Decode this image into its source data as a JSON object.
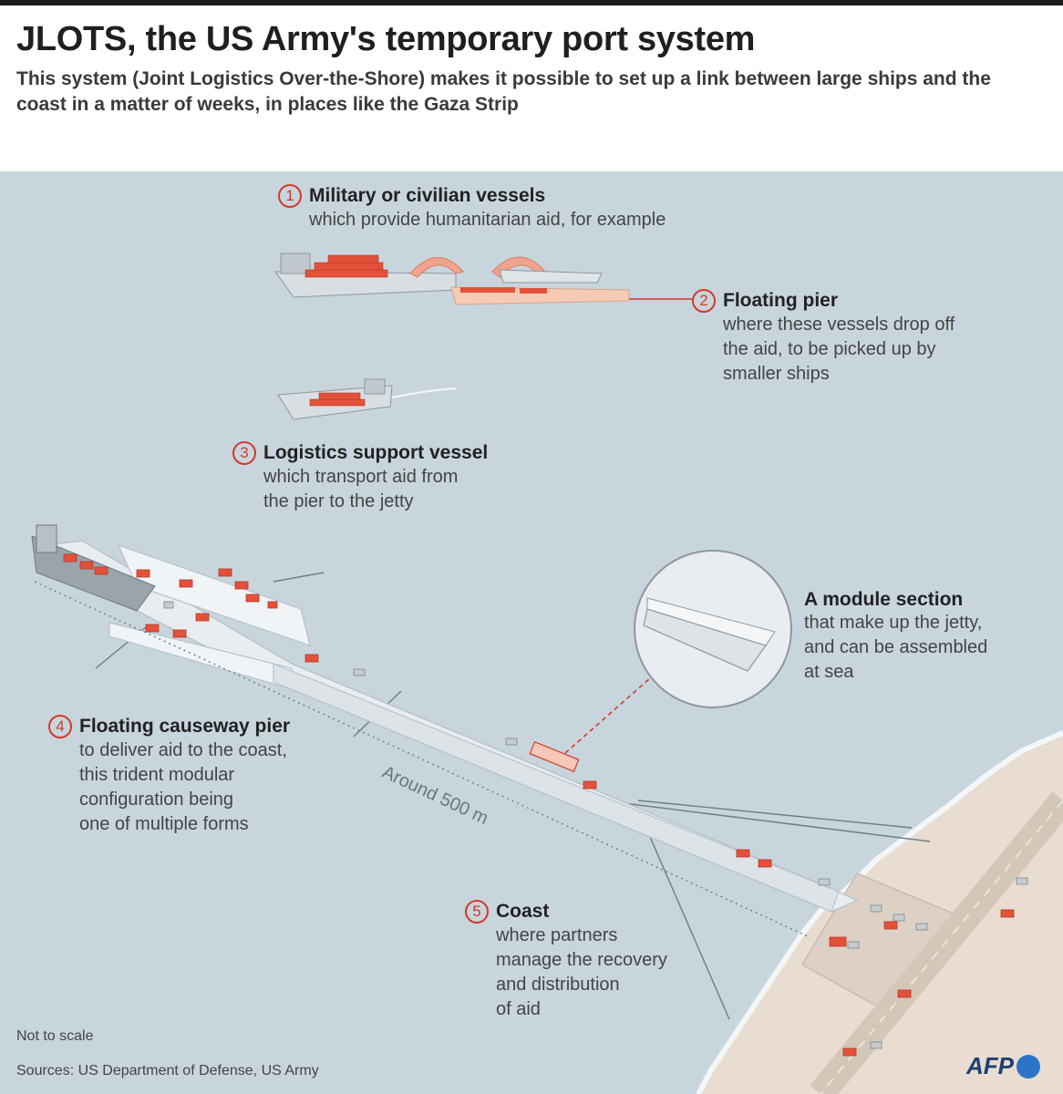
{
  "header": {
    "title": "JLOTS, the US Army's temporary port system",
    "subtitle": "This system (Joint Logistics Over-the-Shore) makes it possible to set up a link between large ships and the coast in a matter of weeks, in places like the Gaza Strip"
  },
  "labels": {
    "vessels": {
      "num": "1",
      "title": "Military or civilian vessels",
      "desc": [
        "which provide humanitarian aid, for example"
      ]
    },
    "pier": {
      "num": "2",
      "title": "Floating pier",
      "desc": [
        "where these vessels drop off",
        "the aid, to be picked up by",
        "smaller ships"
      ]
    },
    "support": {
      "num": "3",
      "title": "Logistics support vessel",
      "desc": [
        "which transport aid from",
        "the pier to the jetty"
      ]
    },
    "module": {
      "title": "A module section",
      "desc": [
        "that make up the jetty,",
        "and can be assembled",
        "at sea"
      ]
    },
    "causeway": {
      "num": "4",
      "title": "Floating causeway pier",
      "desc": [
        "to deliver aid to the coast,",
        "this trident modular",
        "configuration being",
        "one of multiple forms"
      ]
    },
    "coast": {
      "num": "5",
      "title": "Coast",
      "desc": [
        "where partners",
        "manage the recovery",
        "and distribution",
        "of aid"
      ]
    }
  },
  "distance_label": "Around 500 m",
  "footer": {
    "note": "Not to scale",
    "sources": "Sources: US Department of Defense, US Army",
    "logo": "AFP"
  },
  "colors": {
    "sea": "#c9d5dd",
    "sand": "#e8ddd0",
    "accent": "#d13a2a",
    "cargo": "#e4513a",
    "logo_text": "#1d3f73",
    "logo_dot": "#2c74c8"
  }
}
